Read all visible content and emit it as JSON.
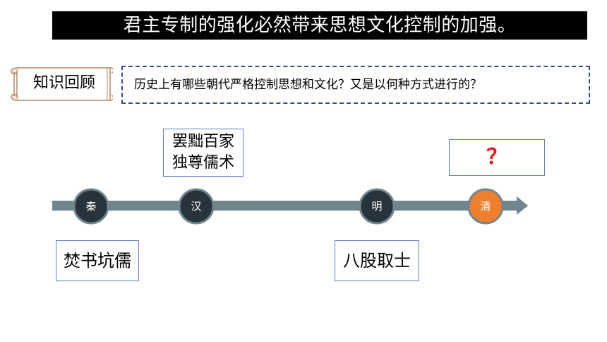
{
  "title": "君主专制的强化必然带来思想文化控制的加强。",
  "review_label": "知识回顾",
  "question": "历史上有哪些朝代严格控制思想和文化？又是以何种方式进行的？",
  "timeline": {
    "nodes": [
      {
        "label": "秦"
      },
      {
        "label": "汉"
      },
      {
        "label": "明"
      },
      {
        "label": "清"
      }
    ],
    "events": {
      "qin": "焚书坑儒",
      "han_line1": "罢黜百家",
      "han_line2": "独尊儒术",
      "ming": "八股取士",
      "qing": "？"
    }
  },
  "colors": {
    "title_bg": "#000000",
    "title_text": "#ffffff",
    "timeline_bar": "#71858f",
    "node_dark": "#27343b",
    "node_accent": "#ee7f2d",
    "box_border": "#5b7cbf",
    "question_mark": "#e8141b",
    "dashed_border": "#2f4f8f"
  }
}
